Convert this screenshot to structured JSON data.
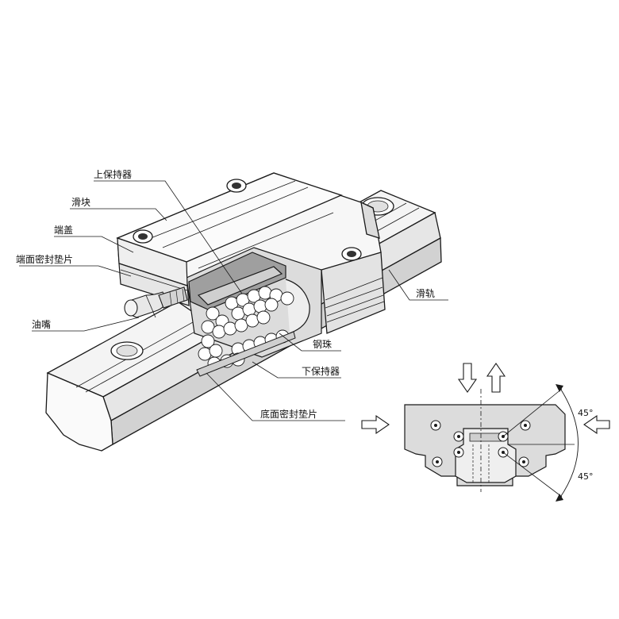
{
  "labels": {
    "upper_retainer": "上保持器",
    "carriage": "滑块",
    "end_cap": "端盖",
    "end_seal": "端面密封垫片",
    "grease_nipple": "油嘴",
    "rail": "滑轨",
    "steel_ball": "钢珠",
    "lower_retainer": "下保持器",
    "bottom_seal": "底面密封垫片"
  },
  "angles": {
    "upper": "45°",
    "lower": "45°"
  },
  "colors": {
    "line": "#1a1a1a",
    "shade": "#c9c9c9",
    "dark_shade": "#a9a9a9",
    "section_fill": "#dcdcdc",
    "bg": "#ffffff"
  }
}
